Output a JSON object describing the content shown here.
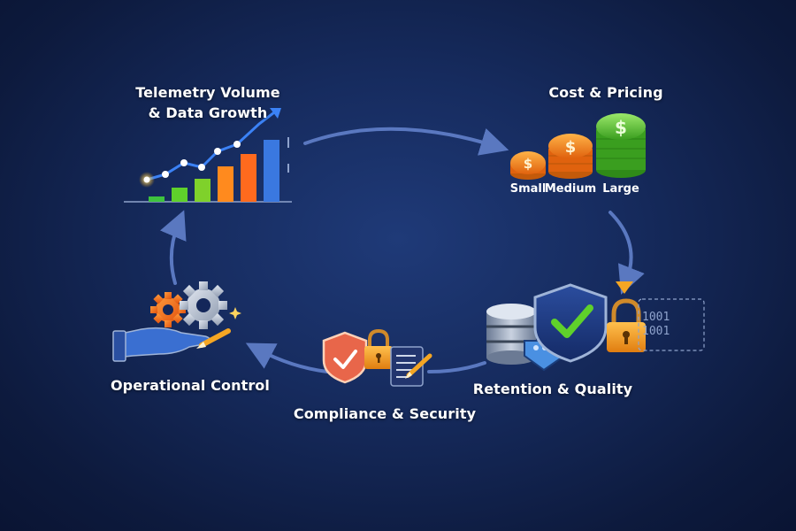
{
  "stages": {
    "telemetry": {
      "line1": "Telemetry Volume",
      "line2": "& Data Growth"
    },
    "cost": {
      "title": "Cost & Pricing",
      "small": "Small",
      "medium": "Medium",
      "large": "Large"
    },
    "retention": {
      "title": "Retention & Quality",
      "binary_line1": "1001",
      "binary_line2": "1001"
    },
    "compliance": {
      "title": "Compliance & Security"
    },
    "operational": {
      "title": "Operational Control"
    }
  },
  "colors": {
    "background": "#14275a",
    "arrow": "#5a78c0",
    "coin_orange": "#f07a1e",
    "coin_green": "#4cbf2a",
    "shield_blue": "#1e3a8a",
    "check_green": "#5fd12b",
    "lock_orange": "#f5a623"
  },
  "icons": [
    "bar-chart-icon",
    "coin-stack-icon",
    "database-icon",
    "shield-check-icon",
    "padlock-icon",
    "gear-icon",
    "hand-icon",
    "pen-icon",
    "document-icon"
  ]
}
